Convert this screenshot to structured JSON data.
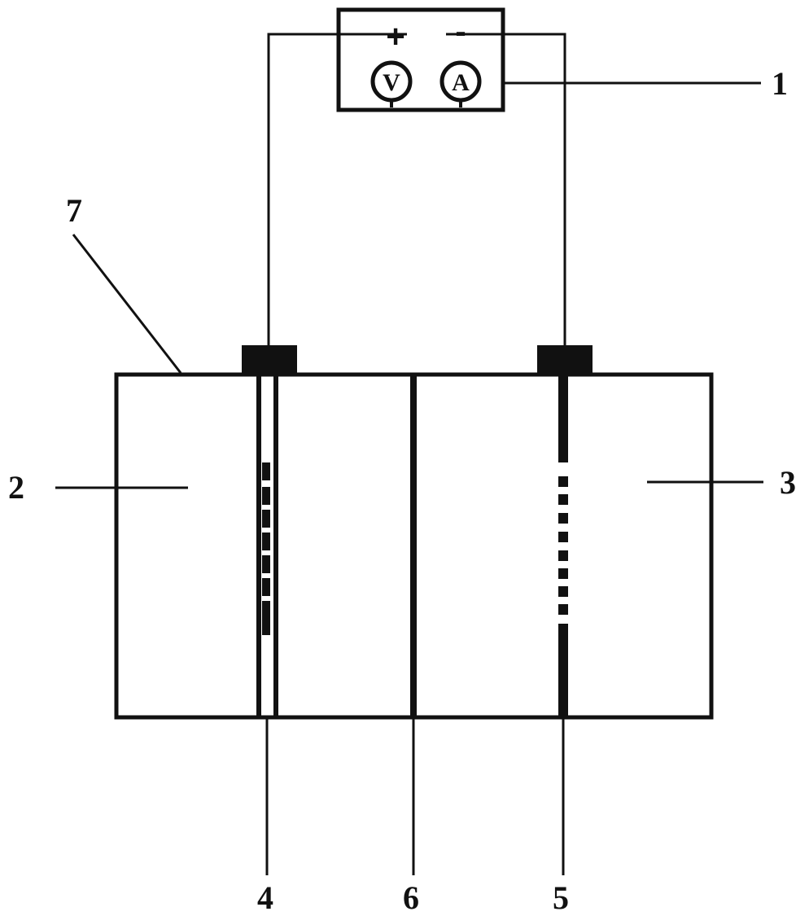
{
  "colors": {
    "line": "#111111",
    "background": "#ffffff"
  },
  "power_supply": {
    "positive_sign": "+",
    "negative_sign": "-",
    "voltmeter_symbol": "V",
    "ammeter_symbol": "A"
  },
  "labels": {
    "power_supply": "1",
    "anode_chamber": "2",
    "cathode_chamber": "3",
    "anode": "4",
    "cathode": "5",
    "membrane": "6",
    "container": "7"
  }
}
